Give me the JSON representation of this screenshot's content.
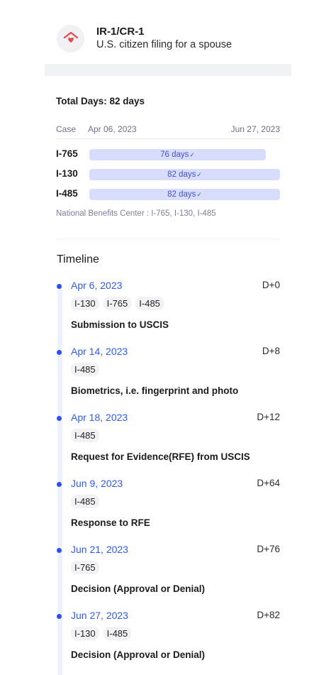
{
  "header": {
    "icon": "house-heart-icon",
    "visa_type": "IR-1/CR-1",
    "subtitle": "U.S. citizen filing for a spouse"
  },
  "summary": {
    "total_days": "Total Days: 82 days",
    "case_label": "Case",
    "case_start": "Apr 06, 2023",
    "case_end": "Jun 27, 2023",
    "forms": [
      {
        "name": "I-765",
        "days": "76 days",
        "fraction": 0.927
      },
      {
        "name": "I-130",
        "days": "82 days",
        "fraction": 1.0
      },
      {
        "name": "I-485",
        "days": "82 days",
        "fraction": 1.0
      }
    ],
    "check_icon": "checkmark-icon",
    "service_center": "National Benefits Center : I-765, I-130, I-485"
  },
  "timeline": {
    "title": "Timeline",
    "events": [
      {
        "date": "Apr 6, 2023",
        "dday": "D+0",
        "tags": [
          "I-130",
          "I-765",
          "I-485"
        ],
        "desc": "Submission to USCIS"
      },
      {
        "date": "Apr 14, 2023",
        "dday": "D+8",
        "tags": [
          "I-485"
        ],
        "desc": "Biometrics, i.e. fingerprint and photo"
      },
      {
        "date": "Apr 18, 2023",
        "dday": "D+12",
        "tags": [
          "I-485"
        ],
        "desc": "Request for Evidence(RFE) from USCIS"
      },
      {
        "date": "Jun 9, 2023",
        "dday": "D+64",
        "tags": [
          "I-485"
        ],
        "desc": "Response to RFE"
      },
      {
        "date": "Jun 21, 2023",
        "dday": "D+76",
        "tags": [
          "I-765"
        ],
        "desc": "Decision (Approval or Denial)"
      },
      {
        "date": "Jun 27, 2023",
        "dday": "D+82",
        "tags": [
          "I-130",
          "I-485"
        ],
        "desc": "Decision (Approval or Denial)"
      }
    ]
  },
  "colors": {
    "accent": "#2f5ce8",
    "bar_fill": "#d8ddfb",
    "bar_text": "#3f52d9",
    "icon_red": "#e5484d"
  }
}
